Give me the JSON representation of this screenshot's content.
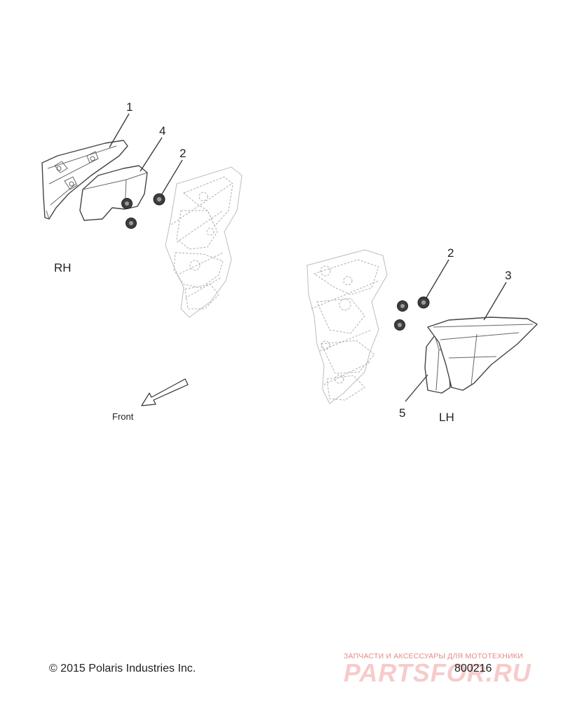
{
  "callouts": {
    "rh_cover": "1",
    "rh_grommet": "2",
    "rh_foam": "4",
    "lh_grommet": "2",
    "lh_cover": "3",
    "lh_foam": "5"
  },
  "side_labels": {
    "rh": "RH",
    "lh": "LH"
  },
  "direction_label": "Front",
  "footer": {
    "copyright": "© 2015 Polaris Industries Inc.",
    "part_number": "800216"
  },
  "watermark": {
    "tagline": "ЗАПЧАСТИ И АКСЕССУАРЫ ДЛЯ МОТОТЕХНИКИ",
    "logo": "PARTSFOR.RU"
  },
  "icons": {
    "direction": "arrow-front-icon",
    "grommet": "grommet-icon"
  }
}
